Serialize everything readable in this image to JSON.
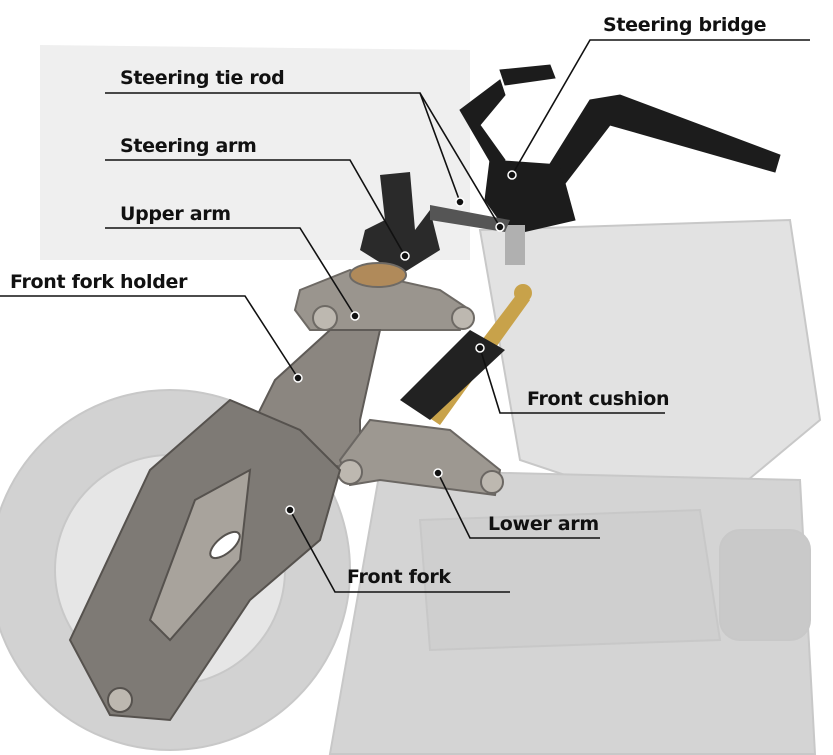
{
  "labels": {
    "steering_bridge": "Steering bridge",
    "steering_tie_rod": "Steering tie rod",
    "steering_arm": "Steering arm",
    "upper_arm": "Upper arm",
    "front_fork_holder": "Front fork holder",
    "front_cushion": "Front cushion",
    "lower_arm": "Lower arm",
    "front_fork": "Front fork"
  },
  "colors": {
    "line": "#111111",
    "metal": "#8e8a84",
    "ghost": "#d6d6d6",
    "black_part": "#1c1c1c"
  }
}
